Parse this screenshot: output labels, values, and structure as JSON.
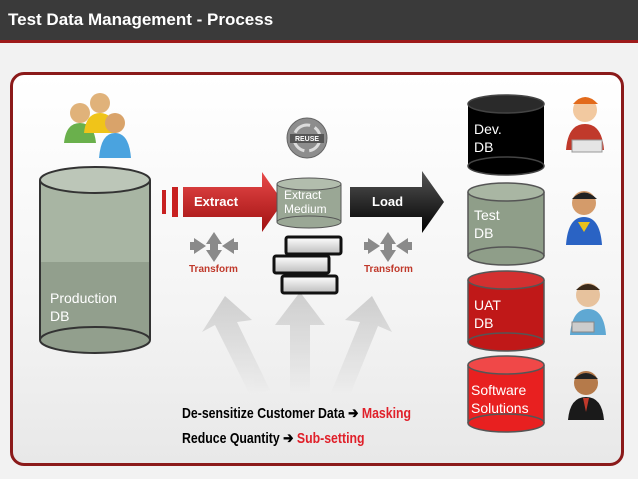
{
  "title": "Test Data Management - Process",
  "source_db": "Production\nDB",
  "targets": [
    {
      "label": "Dev.\nDB"
    },
    {
      "label": "Test\nDB"
    },
    {
      "label": "UAT\nDB"
    },
    {
      "label": "Software\nSolutions"
    }
  ],
  "extract_label": "Extract",
  "load_label": "Load",
  "medium_label": "Extract\nMedium",
  "transform_label": "Transform",
  "reuse_label": "REUSE",
  "line1_text": "De-sensitize Customer Data",
  "line1_highlight": "Masking",
  "line2_text": "Reduce Quantity",
  "line2_highlight": "Sub-setting",
  "arrow_glyph": "➔",
  "colors": {
    "accent": "#9e1b1b",
    "dev": "#000000",
    "test": "#8f9e89",
    "uat": "#c01818",
    "software": "#e82020"
  }
}
